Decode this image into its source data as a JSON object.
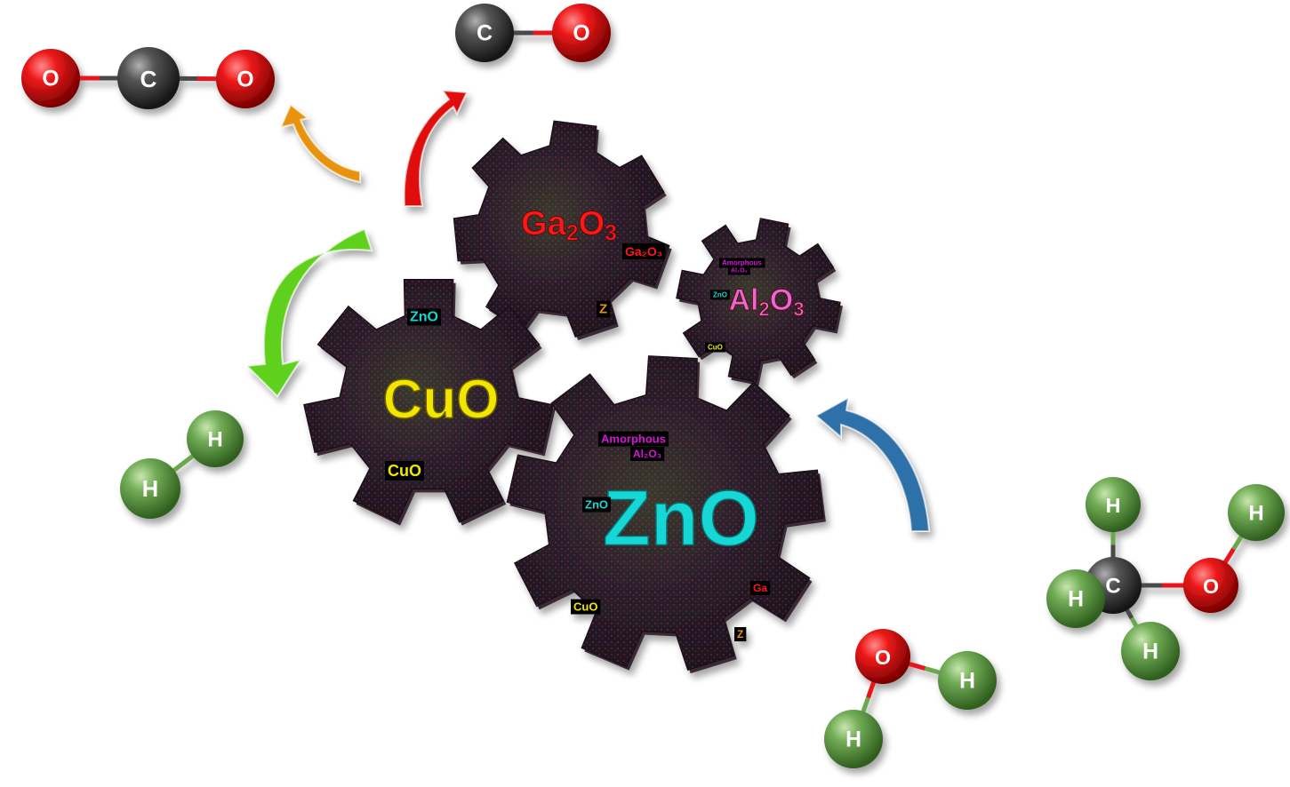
{
  "colors": {
    "oxygen": "#e8121e",
    "carbon": "#4a4a4a",
    "hydrogen": "#6aa84f",
    "arrow_orange": "#e8930c",
    "arrow_red": "#e01010",
    "arrow_green": "#5fd11e",
    "arrow_blue": "#2e6fa8",
    "gear_body": "#2a1a24",
    "cuo_label": "#f2e500",
    "zno_label": "#12d6d6",
    "ga2o3_label": "#ff1818",
    "al2o3_label": "#e866d6",
    "amorphous_label": "#d419d4"
  },
  "molecules": {
    "co2": {
      "atoms": [
        "O",
        "C",
        "O"
      ]
    },
    "co": {
      "atoms": [
        "C",
        "O"
      ]
    },
    "h2": {
      "atoms": [
        "H",
        "H"
      ]
    },
    "h2o": {
      "atoms": [
        "O",
        "H",
        "H"
      ]
    },
    "methanol": {
      "atoms": [
        "C",
        "O",
        "H",
        "H",
        "H",
        "H"
      ]
    }
  },
  "gears": {
    "cuo": {
      "label": "CuO",
      "tags": [
        "ZnO",
        "CuO"
      ]
    },
    "ga2o3": {
      "label_base": "Ga",
      "label_sub1": "2",
      "label_mid": "O",
      "label_sub2": "3",
      "tags": [
        "Ga₂O₃",
        "Z"
      ]
    },
    "al2o3": {
      "label_base": "Al",
      "label_sub1": "2",
      "label_mid": "O",
      "label_sub2": "3",
      "tags": [
        "Amorphous",
        "Al₂O₃",
        "ZnO",
        "CuO"
      ]
    },
    "zno": {
      "label": "ZnO",
      "tags": [
        "Amorphous",
        "Al₂O₃",
        "ZnO",
        "CuO",
        "Ga",
        "Z"
      ]
    }
  }
}
